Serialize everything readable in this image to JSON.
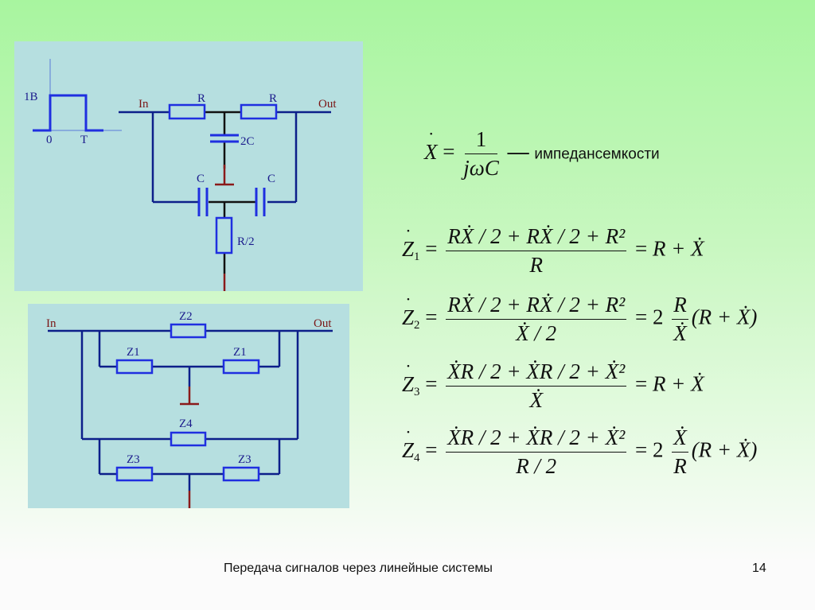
{
  "slide": {
    "footer_title": "Передача сигналов через линейные системы",
    "page_number": "14"
  },
  "colors": {
    "background_top": "#a8f59f",
    "background_bottom": "#fbfbfb",
    "panel": "#b6dfe0",
    "component_blue": "#1f2fe0",
    "wire_navy": "#0c1f8a",
    "ground_red": "#8a1a1a",
    "label_red": "#7a1515"
  },
  "pulse_graph": {
    "amplitude_label": "1B",
    "t0_label": "0",
    "t1_label": "T"
  },
  "circuit_top": {
    "in_label": "In",
    "out_label": "Out",
    "r1_label": "R",
    "r2_label": "R",
    "c_mid_label": "2C",
    "c_left_label": "C",
    "c_right_label": "C",
    "r_half_label": "R/2"
  },
  "circuit_bottom": {
    "in_label": "In",
    "out_label": "Out",
    "z2_label": "Z2",
    "z1_left_label": "Z1",
    "z1_right_label": "Z1",
    "z4_label": "Z4",
    "z3_left_label": "Z3",
    "z3_right_label": "Z3"
  },
  "equations": {
    "x_def": {
      "lhs": "X",
      "num": "1",
      "den_j": "j",
      "den_omega": "ω",
      "den_c": "C",
      "dash": "—",
      "caption": "импедансемкости"
    },
    "z1": {
      "sym": "Z",
      "idx": "1",
      "num": "RẊ / 2 + RẊ / 2 + R²",
      "den": "R",
      "rhs": "R + Ẋ"
    },
    "z2": {
      "sym": "Z",
      "idx": "2",
      "num": "RẊ / 2 + RẊ / 2 + R²",
      "den": "Ẋ / 2",
      "rhs_coef": "2",
      "rhs_num": "R",
      "rhs_den": "Ẋ",
      "rhs_tail": "(R + Ẋ)"
    },
    "z3": {
      "sym": "Z",
      "idx": "3",
      "num": "ẊR / 2 + ẊR / 2 + Ẋ²",
      "den": "Ẋ",
      "rhs": "R + Ẋ"
    },
    "z4": {
      "sym": "Z",
      "idx": "4",
      "num": "ẊR / 2 + ẊR / 2 + Ẋ²",
      "den": "R / 2",
      "rhs_coef": "2",
      "rhs_num": "Ẋ",
      "rhs_den": "R",
      "rhs_tail": "(R + Ẋ)"
    }
  }
}
